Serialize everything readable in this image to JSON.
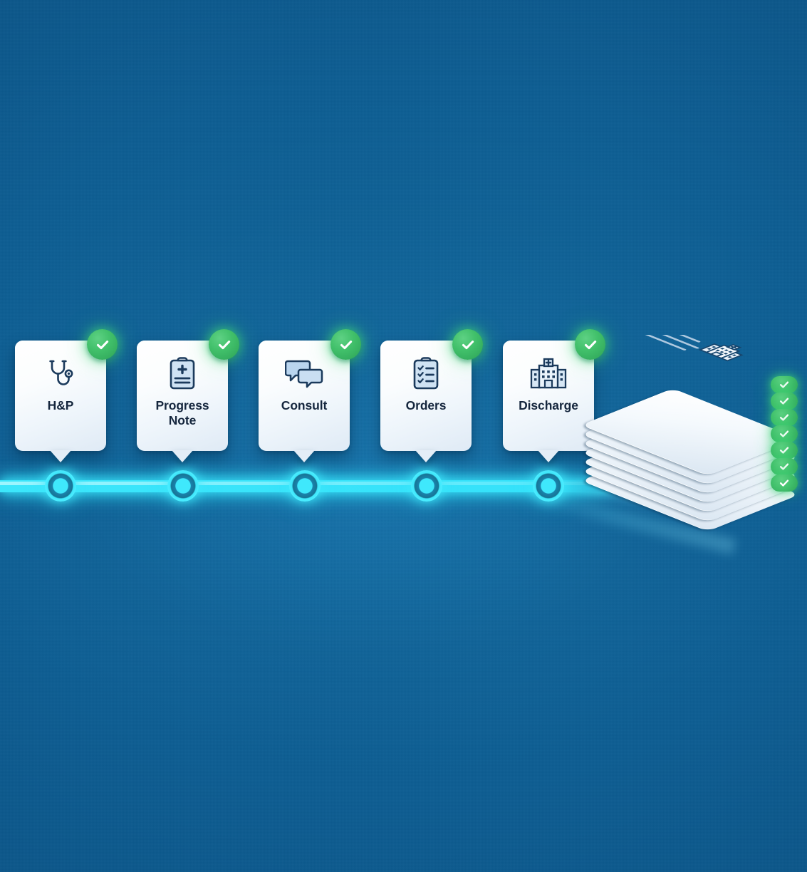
{
  "graphic": {
    "title": "Clinical Documentation Timeline",
    "background_color": "#0d5b8f",
    "accent_color": "#3ce6fb",
    "success_color": "#3cb863",
    "label_color": "#15263d",
    "icon_color": "#1b3a5c"
  },
  "timeline": {
    "node_count": 5,
    "completed_count": 5,
    "steps": [
      {
        "label": "H&P",
        "icon": "stethoscope-icon",
        "status": "complete",
        "check": "✓"
      },
      {
        "label": "Progress\nNote",
        "icon": "clipboard-cross-icon",
        "status": "complete",
        "check": "✓"
      },
      {
        "label": "Consult",
        "icon": "chat-bubbles-icon",
        "status": "complete",
        "check": "✓"
      },
      {
        "label": "Orders",
        "icon": "clipboard-check-icon",
        "status": "complete",
        "check": "✓"
      },
      {
        "label": "Discharge",
        "icon": "hospital-icon",
        "status": "complete",
        "check": "✓"
      }
    ]
  },
  "document_stack": {
    "name": "document-stack",
    "sheet_count": 7,
    "check_count": 7,
    "check_glyph": "✓",
    "top_sheet_icon": "hospital-icon"
  }
}
